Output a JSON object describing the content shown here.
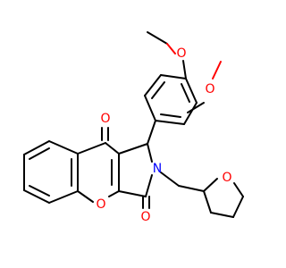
{
  "colors": {
    "bond": "#000000",
    "oxygen": "#ff0000",
    "nitrogen": "#0000ff",
    "background": "#ffffff"
  },
  "atoms": {
    "o_methoxy_top": "O",
    "o_methoxy_right": "O",
    "o_ketone": "O",
    "o_lactam": "O",
    "o_pyran": "O",
    "o_thf": "O",
    "n_pyrrole": "N"
  }
}
